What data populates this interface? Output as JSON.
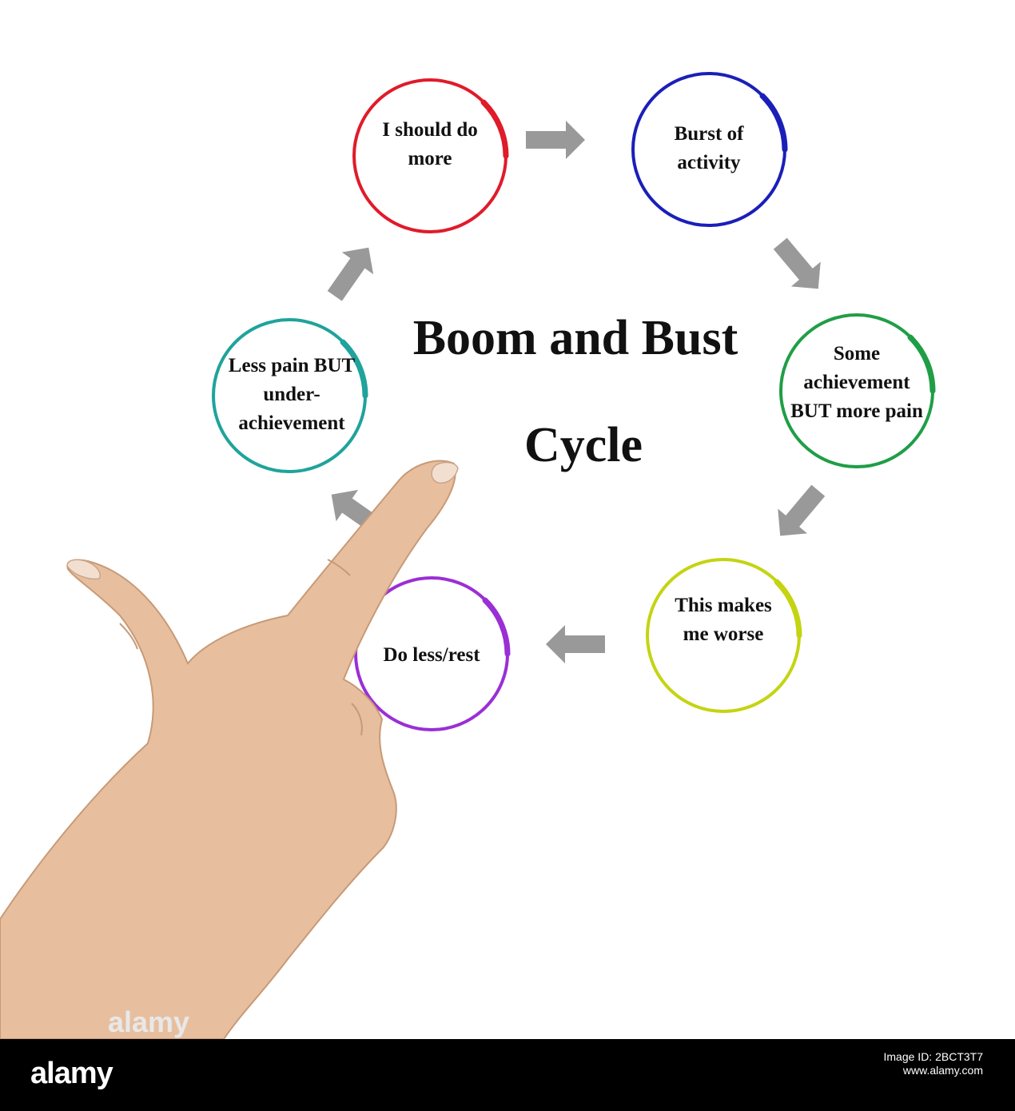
{
  "diagram": {
    "title_line1": "Boom and Bust",
    "title_line2": "Cycle",
    "nodes": [
      {
        "label": "I should do more",
        "color": "#e01b2a"
      },
      {
        "label": "Burst of activity",
        "color": "#1b1fb8"
      },
      {
        "label": "Some achievement BUT more pain",
        "color": "#1f9e46"
      },
      {
        "label": "This makes me worse",
        "color": "#c4d412"
      },
      {
        "label": "Do less/rest",
        "color": "#9a2fd6"
      },
      {
        "label": "Less pain BUT under-achievement",
        "color": "#1fa39c"
      }
    ],
    "arrow_color": "#999999"
  },
  "footer": {
    "brand": "alamy",
    "image_id_label": "Image ID: 2BCT3T7",
    "site": "www.alamy.com"
  }
}
